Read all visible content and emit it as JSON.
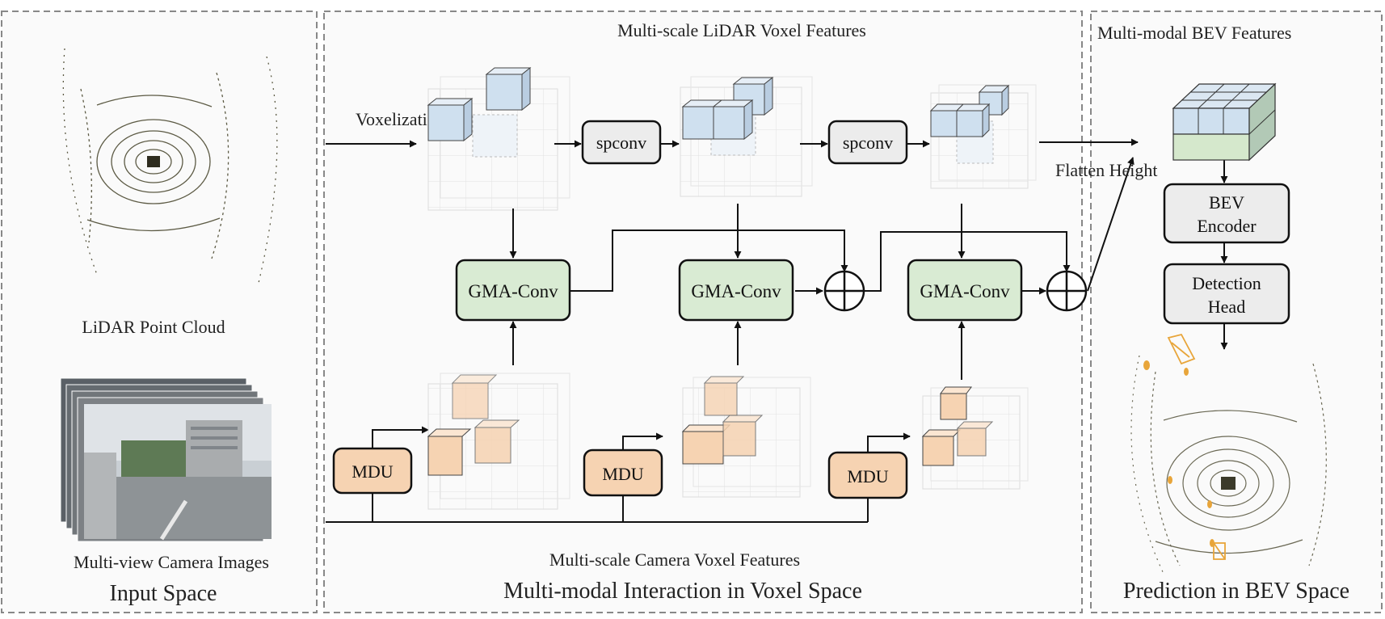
{
  "panels": {
    "input": {
      "title": "Input Space",
      "lidar_label": "LiDAR Point Cloud",
      "camera_label": "Multi-view Camera Images"
    },
    "voxel": {
      "title": "Multi-modal Interaction in Voxel Space",
      "lidar_features_label": "Multi-scale LiDAR Voxel Features",
      "camera_features_label": "Multi-scale Camera Voxel Features",
      "voxelization_label": "Voxelization"
    },
    "bev": {
      "title": "Prediction in BEV Space",
      "features_label": "Multi-modal BEV Features",
      "flatten_label": "Flatten Height"
    }
  },
  "blocks": {
    "spconv_1": "spconv",
    "spconv_2": "spconv",
    "gma_1": "GMA-Conv",
    "gma_2": "GMA-Conv",
    "gma_3": "GMA-Conv",
    "mdu_1": "MDU",
    "mdu_2": "MDU",
    "mdu_3": "MDU",
    "bev_encoder_line1": "BEV",
    "bev_encoder_line2": "Encoder",
    "detection_head_line1": "Detection",
    "detection_head_line2": "Head"
  },
  "colors": {
    "lidar_voxel": "#cfe0ef",
    "camera_voxel": "#f6d3b2",
    "gma_fill": "#d9ebd3",
    "mdu_fill": "#f6d3b2",
    "neutral_fill": "#ececec",
    "bev_green": "#d5e8cc",
    "detection_box": "#e8a53a"
  }
}
